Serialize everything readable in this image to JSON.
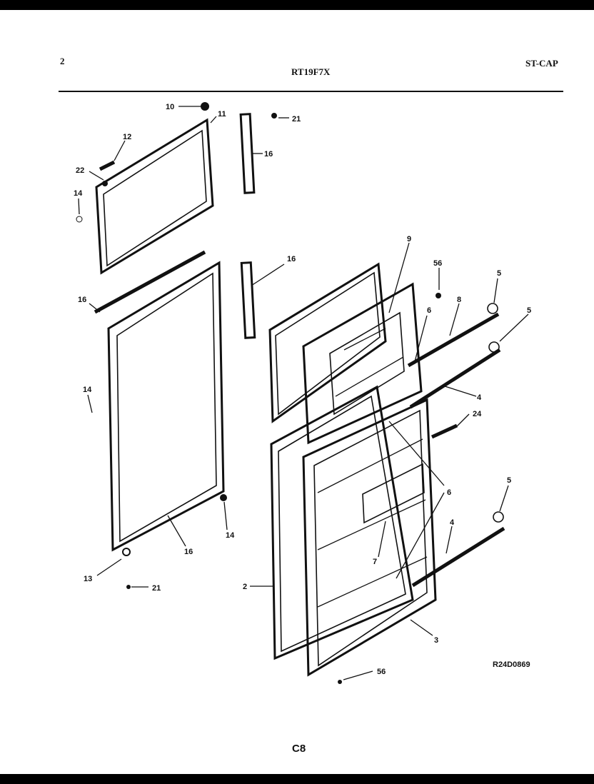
{
  "header": {
    "page_number": "2",
    "model": "RT19F7X",
    "code": "ST-CAP"
  },
  "diagram": {
    "drawing_code": "R24D0869",
    "labels": [
      "10",
      "11",
      "12",
      "22",
      "14",
      "21",
      "16",
      "16",
      "16",
      "14",
      "14",
      "16",
      "13",
      "21",
      "9",
      "56",
      "5",
      "5",
      "8",
      "6",
      "4",
      "24",
      "6",
      "5",
      "4",
      "7",
      "2",
      "3",
      "56"
    ]
  },
  "footer": {
    "page_code": "C8"
  }
}
